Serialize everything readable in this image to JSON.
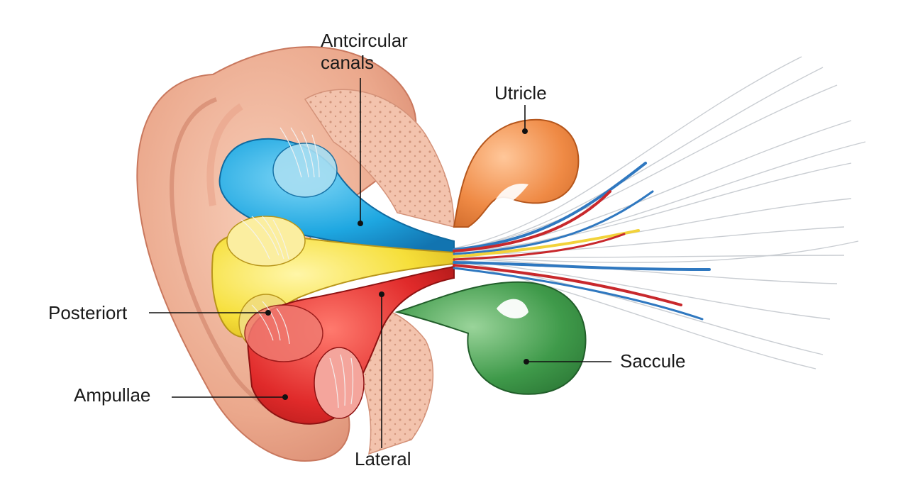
{
  "labels": {
    "anterior_line1": "Antcircular",
    "anterior_line2": "canals",
    "utricle": "Utricle",
    "posterior": "Posteriort",
    "saccule": "Saccule",
    "ampullae": "Ampullae",
    "lateral": "Lateral"
  },
  "colors": {
    "ear_skin": "#f0b49a",
    "ear_shadow": "#d98c72",
    "anterior_canal": "#1ea7e1",
    "posterior_canal": "#f6df3a",
    "lateral_canal": "#e02a2a",
    "utricle": "#ef8a45",
    "saccule": "#3f9a4a",
    "nerve_red": "#c8282c",
    "nerve_blue": "#2f78c0",
    "nerve_yellow": "#f2d23a",
    "nerve_fibers": "#c9cdd2"
  }
}
